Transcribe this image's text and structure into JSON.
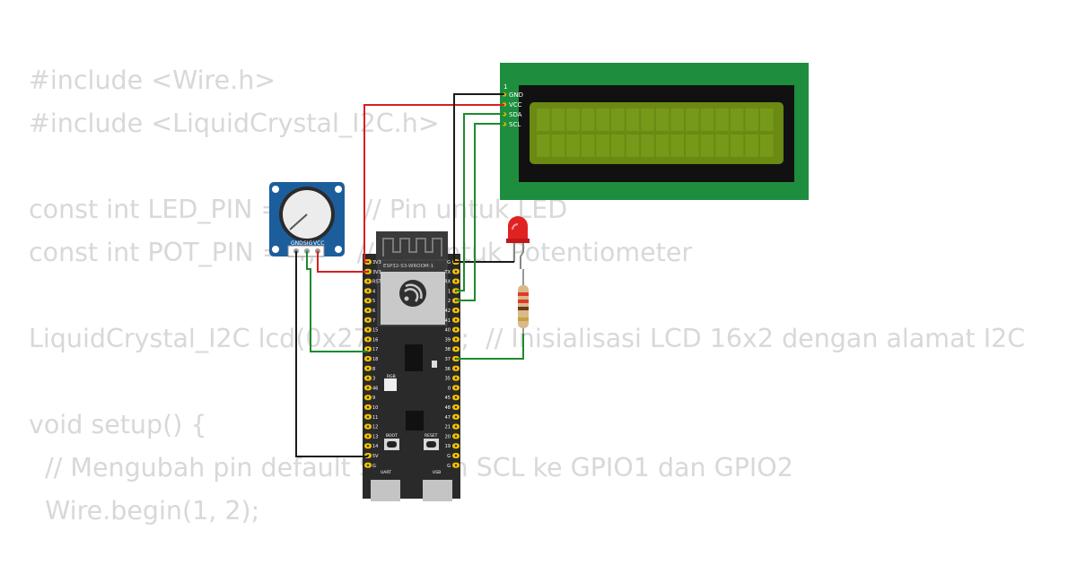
{
  "code_lines": [
    "#include <Wire.h>",
    "#include <LiquidCrystal_I2C.h>",
    "",
    "const int LED_PIN = 37;    // Pin untuk LED",
    "const int POT_PIN = 4;     // Pin untuk Potentiometer",
    "",
    "LiquidCrystal_I2C lcd(0x27, 16, 2);  // Inisialisasi LCD 16x2 dengan alamat I2C",
    "",
    "void setup() {",
    "  // Mengubah pin default SDA dan SCL ke GPIO1 dan GPIO2",
    "  Wire.begin(1, 2);"
  ],
  "lcd": {
    "pins": [
      "GND",
      "VCC",
      "SDA",
      "SCL"
    ],
    "pin1_marker": "1",
    "backlight_color": "#6a8a12",
    "board_color": "#1e8e3e"
  },
  "potentiometer": {
    "pins": [
      "GND",
      "SIG",
      "VCC"
    ],
    "body_color": "#1c5e9c"
  },
  "esp32": {
    "module_label": "ESP32-S3-WROOM-1",
    "rgb_label": "RGB",
    "boot_label": "BOOT",
    "reset_label": "RESET",
    "uart_label": "UART",
    "usb_label": "USB",
    "left_pins": [
      "3V3",
      "3V3",
      "RST",
      "4",
      "5",
      "6",
      "7",
      "15",
      "16",
      "17",
      "18",
      "8",
      "3",
      "46",
      "9",
      "10",
      "11",
      "12",
      "13",
      "14",
      "5V",
      "G"
    ],
    "right_pins": [
      "G",
      "TX",
      "RX",
      "1",
      "2",
      "42",
      "41",
      "40",
      "39",
      "38",
      "37",
      "36",
      "35",
      "0",
      "45",
      "48",
      "47",
      "21",
      "20",
      "19",
      "G",
      "G"
    ]
  },
  "wire_colors": {
    "red": "#d62020",
    "black": "#1a1a1a",
    "green": "#1e8a2c"
  },
  "led_color": "#e02222"
}
